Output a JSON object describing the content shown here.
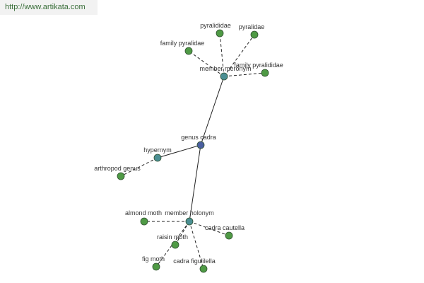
{
  "site": {
    "url": "http://www.artikata.com"
  },
  "colors": {
    "center_node": "#4a5fa0",
    "relation_node": "#4b8f93",
    "term_node": "#4f9a45",
    "node_stroke": "#2f4f2f",
    "edge": "#222222",
    "watermark": "#3a6f3a"
  },
  "graph": {
    "nodes": [
      {
        "id": "genus-cadra",
        "label": "genus cadra",
        "kind": "center"
      },
      {
        "id": "member-meronym",
        "label": "member meronym",
        "kind": "relation"
      },
      {
        "id": "hypernym",
        "label": "hypernym",
        "kind": "relation"
      },
      {
        "id": "member-holonym",
        "label": "member holonym",
        "kind": "relation"
      },
      {
        "id": "pyralididae",
        "label": "pyralididae",
        "kind": "term"
      },
      {
        "id": "pyralidae",
        "label": "pyralidae",
        "kind": "term"
      },
      {
        "id": "family-pyralidae",
        "label": "family pyralidae",
        "kind": "term"
      },
      {
        "id": "family-pyralididae",
        "label": "family pyralididae",
        "kind": "term"
      },
      {
        "id": "arthropod-genus",
        "label": "arthropod genus",
        "kind": "term"
      },
      {
        "id": "almond-moth",
        "label": "almond moth",
        "kind": "term"
      },
      {
        "id": "cadra-cautella",
        "label": "cadra cautella",
        "kind": "term"
      },
      {
        "id": "raisin-moth",
        "label": "raisin moth",
        "kind": "term"
      },
      {
        "id": "fig-moth",
        "label": "fig moth",
        "kind": "term"
      },
      {
        "id": "cadra-figulilella",
        "label": "cadra figulilella",
        "kind": "term"
      }
    ],
    "edges": [
      {
        "from": "genus-cadra",
        "to": "member-meronym",
        "style": "solid"
      },
      {
        "from": "genus-cadra",
        "to": "hypernym",
        "style": "solid"
      },
      {
        "from": "genus-cadra",
        "to": "member-holonym",
        "style": "solid"
      },
      {
        "from": "member-meronym",
        "to": "pyralididae",
        "style": "dashed"
      },
      {
        "from": "member-meronym",
        "to": "pyralidae",
        "style": "dashed"
      },
      {
        "from": "member-meronym",
        "to": "family-pyralidae",
        "style": "dashed"
      },
      {
        "from": "member-meronym",
        "to": "family-pyralididae",
        "style": "dashed"
      },
      {
        "from": "hypernym",
        "to": "arthropod-genus",
        "style": "dashed"
      },
      {
        "from": "member-holonym",
        "to": "almond-moth",
        "style": "dashed"
      },
      {
        "from": "member-holonym",
        "to": "cadra-cautella",
        "style": "dashed"
      },
      {
        "from": "member-holonym",
        "to": "raisin-moth",
        "style": "dashed"
      },
      {
        "from": "member-holonym",
        "to": "fig-moth",
        "style": "dashed"
      },
      {
        "from": "member-holonym",
        "to": "cadra-figulilella",
        "style": "dashed"
      }
    ]
  }
}
